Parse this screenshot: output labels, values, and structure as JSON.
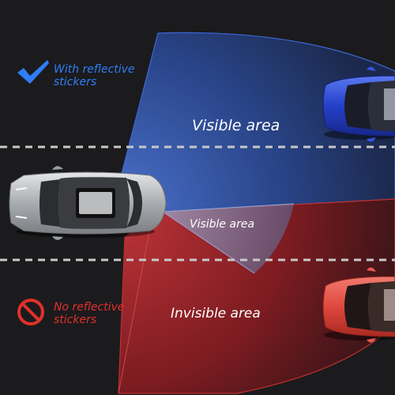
{
  "legend": {
    "with_reflective": {
      "icon": "checkmark-icon",
      "line1": "With reflective",
      "line2": "stickers",
      "color": "#2f7df6"
    },
    "no_reflective": {
      "icon": "prohibited-icon",
      "line1": "No reflective",
      "line2": "stickers",
      "color": "#e2302a"
    }
  },
  "zones": {
    "visible_far": "Visible area",
    "visible_near": "Visible area",
    "invisible": "Invisible area"
  },
  "colors": {
    "background": "#1b1b1d",
    "blue_zone": "#2c4f9c",
    "red_zone": "#9b1f24",
    "lane_line": "#bfbfbf",
    "silver_car": "#b9bcbf",
    "blue_car": "#2440c8",
    "red_car": "#e0483e"
  },
  "vehicles": [
    {
      "name": "silver-suv",
      "color": "#b9bcbf"
    },
    {
      "name": "blue-car",
      "color": "#2440c8"
    },
    {
      "name": "red-car",
      "color": "#e0483e"
    }
  ]
}
